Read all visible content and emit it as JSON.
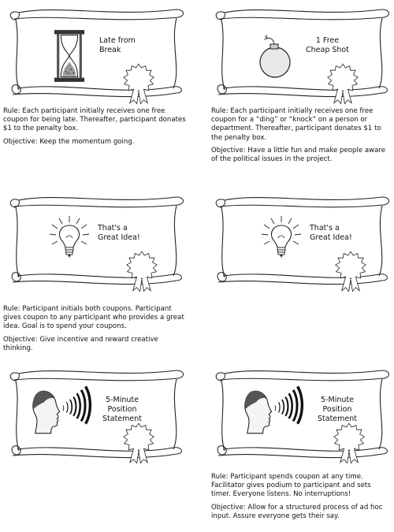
{
  "coupons": [
    {
      "title_lines": [
        "Late from",
        "Break"
      ],
      "icon": "hourglass-icon",
      "rule": "Rule: Each participant initially receives one free coupon for being late. Thereafter, participant donates $1 to the penalty box.",
      "objective": "Objective: Keep the momentum going."
    },
    {
      "title_lines": [
        "1 Free",
        "Cheap Shot"
      ],
      "icon": "bomb-icon",
      "rule": "Rule: Each participant initially receives one free coupon for a “ding” or “knock” on a person or department. Thereafter, participant donates $1 to the penalty box.",
      "objective": "Objective: Have a little fun and make people aware of the political issues in the project."
    },
    {
      "title_lines": [
        "That's a",
        "Great Idea!"
      ],
      "icon": "lightbulb-icon",
      "rule": "Rule: Participant initials both coupons. Participant gives coupon to any participant who provides a great idea. Goal is to spend your coupons.",
      "objective": "Objective: Give incentive and reward creative thinking."
    },
    {
      "title_lines": [
        "That's a",
        "Great Idea!"
      ],
      "icon": "lightbulb-icon",
      "rule": "",
      "objective": ""
    },
    {
      "title_lines": [
        "5-Minute",
        "Position",
        "Statement"
      ],
      "icon": "speaking-head-icon",
      "rule": "",
      "objective": ""
    },
    {
      "title_lines": [
        "5-Minute",
        "Position",
        "Statement"
      ],
      "icon": "speaking-head-icon",
      "rule": "Rule: Participant spends coupon at any time. Facilitator gives podium to participant and sets timer. Everyone listens. No interruptions!",
      "objective": "Objective: Allow for a structured process of ad hoc input. Assure everyone gets their say."
    }
  ]
}
